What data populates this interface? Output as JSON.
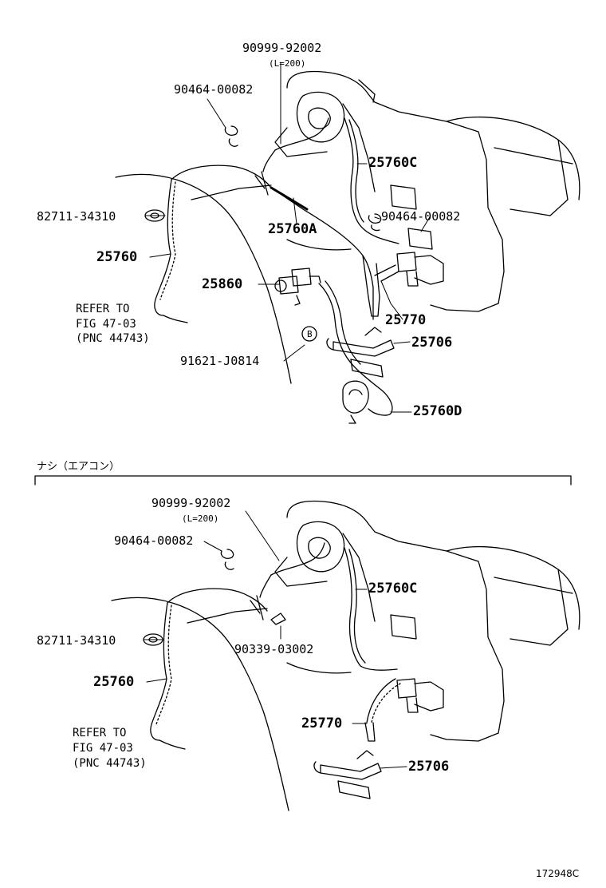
{
  "diagram_id": "172948C",
  "upper": {
    "labels": {
      "p90999": "90999-92002",
      "p90999_len": "(L=200)",
      "p90464_a": "90464-00082",
      "p25760C": "25760C",
      "p90464_b": "90464-00082",
      "p82711": "82711-34310",
      "p25760A": "25760A",
      "p25760": "25760",
      "p25860": "25860",
      "p25770": "25770",
      "p25706": "25706",
      "p91621": "91621-J0814",
      "p25760D": "25760D",
      "ref_line1": "REFER TO",
      "ref_line2": "FIG 47-03",
      "ref_line3": "(PNC 44743)",
      "circle_b": "B"
    }
  },
  "section_header": "ナシ（エアコン）",
  "lower": {
    "labels": {
      "p90999": "90999-92002",
      "p90999_len": "(L=200)",
      "p90464": "90464-00082",
      "p25760C": "25760C",
      "p82711": "82711-34310",
      "p90339": "90339-03002",
      "p25760": "25760",
      "p25770": "25770",
      "p25706": "25706",
      "ref_line1": "REFER TO",
      "ref_line2": "FIG 47-03",
      "ref_line3": "(PNC 44743)"
    }
  }
}
